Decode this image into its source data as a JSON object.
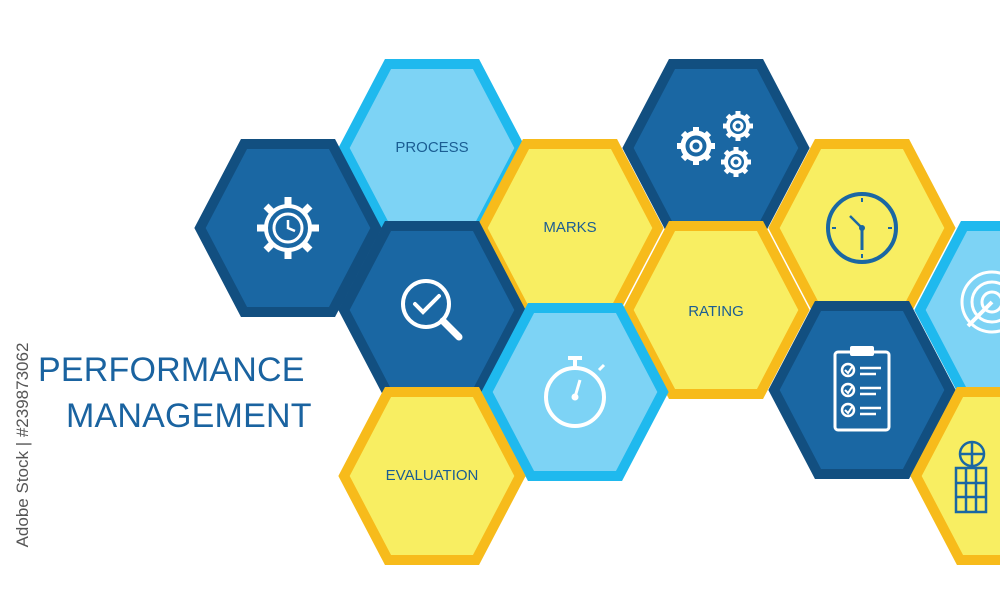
{
  "title": {
    "line1": "PERFORMANCE",
    "line2": "MANAGEMENT"
  },
  "side_text": "Adobe Stock | #239873062",
  "colors": {
    "dark_blue": "#1a67a3",
    "dark_blue_border": "#124f80",
    "light_blue": "#7dd3f5",
    "light_blue_border": "#1fb9ee",
    "yellow": "#f8ee62",
    "yellow_border": "#f7bb1b",
    "label_text": "#1b5d93",
    "title_text": "#1a63a0"
  },
  "hexagons": [
    {
      "name": "hex-process",
      "fill": "light_blue",
      "label": "PROCESS"
    },
    {
      "name": "hex-gear-clock",
      "fill": "dark_blue",
      "icon": "gear-clock-icon"
    },
    {
      "name": "hex-marks",
      "fill": "yellow",
      "label": "MARKS"
    },
    {
      "name": "hex-gears",
      "fill": "dark_blue",
      "icon": "gears-icon"
    },
    {
      "name": "hex-clock",
      "fill": "yellow",
      "icon": "clock-icon"
    },
    {
      "name": "hex-search-check",
      "fill": "dark_blue",
      "icon": "magnifier-check-icon"
    },
    {
      "name": "hex-rating",
      "fill": "yellow",
      "label": "RATING"
    },
    {
      "name": "hex-target",
      "fill": "light_blue",
      "icon": "target-icon"
    },
    {
      "name": "hex-stopwatch",
      "fill": "light_blue",
      "icon": "stopwatch-icon"
    },
    {
      "name": "hex-checklist",
      "fill": "dark_blue",
      "icon": "checklist-icon"
    },
    {
      "name": "hex-evaluation",
      "fill": "yellow",
      "label": "EVALUATION"
    },
    {
      "name": "hex-compass-chart",
      "fill": "yellow",
      "icon": "compass-chart-icon"
    }
  ]
}
